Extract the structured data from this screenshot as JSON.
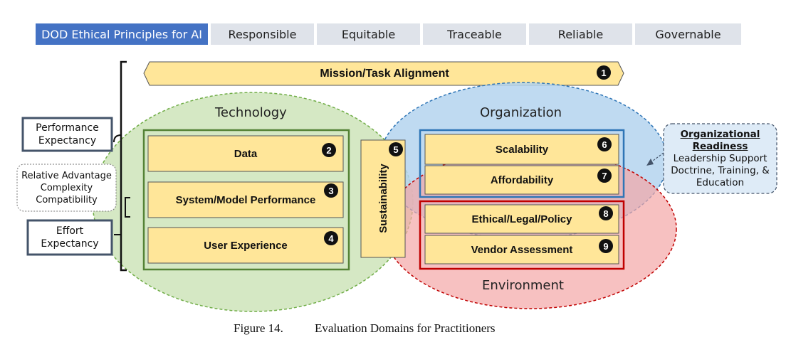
{
  "principles": {
    "header": "DOD Ethical Principles for AI",
    "items": [
      "Responsible",
      "Equitable",
      "Traceable",
      "Reliable",
      "Governable"
    ]
  },
  "mission": {
    "label": "Mission/Task Alignment",
    "num": "1"
  },
  "domains": {
    "technology": "Technology",
    "organization": "Organization",
    "environment": "Environment"
  },
  "technology_boxes": [
    {
      "label": "Data",
      "num": "2"
    },
    {
      "label": "System/Model Performance",
      "num": "3"
    },
    {
      "label": "User Experience",
      "num": "4"
    }
  ],
  "sustainability": {
    "label": "Sustainability",
    "num": "5"
  },
  "organization_boxes": [
    {
      "label": "Scalability",
      "num": "6"
    },
    {
      "label": "Affordability",
      "num": "7"
    }
  ],
  "environment_boxes": [
    {
      "label": "Ethical/Legal/Policy",
      "num": "8"
    },
    {
      "label": "Vendor Assessment",
      "num": "9"
    }
  ],
  "left_labels": {
    "performance": "Performance Expectancy",
    "relative": [
      "Relative Advantage",
      "Complexity",
      "Compatibility"
    ],
    "effort": "Effort Expectancy"
  },
  "org_readiness": {
    "title": [
      "Organizational",
      "Readiness"
    ],
    "lines": [
      "Leadership Support",
      "Doctrine, Training, &",
      "Education"
    ]
  },
  "caption": {
    "figure": "Figure 14.",
    "title": "Evaluation Domains for Practitioners"
  },
  "colors": {
    "tab_header": "#4472c4",
    "tab_bg": "#dfe3ea",
    "box_fill": "#ffe699",
    "tech_fill": "#d5e8c4",
    "tech_stroke": "#70ad47",
    "org_fill": "#b4d3ee",
    "org_stroke": "#2e75b6",
    "env_fill": "#f4a6a6",
    "env_stroke": "#c00000"
  }
}
